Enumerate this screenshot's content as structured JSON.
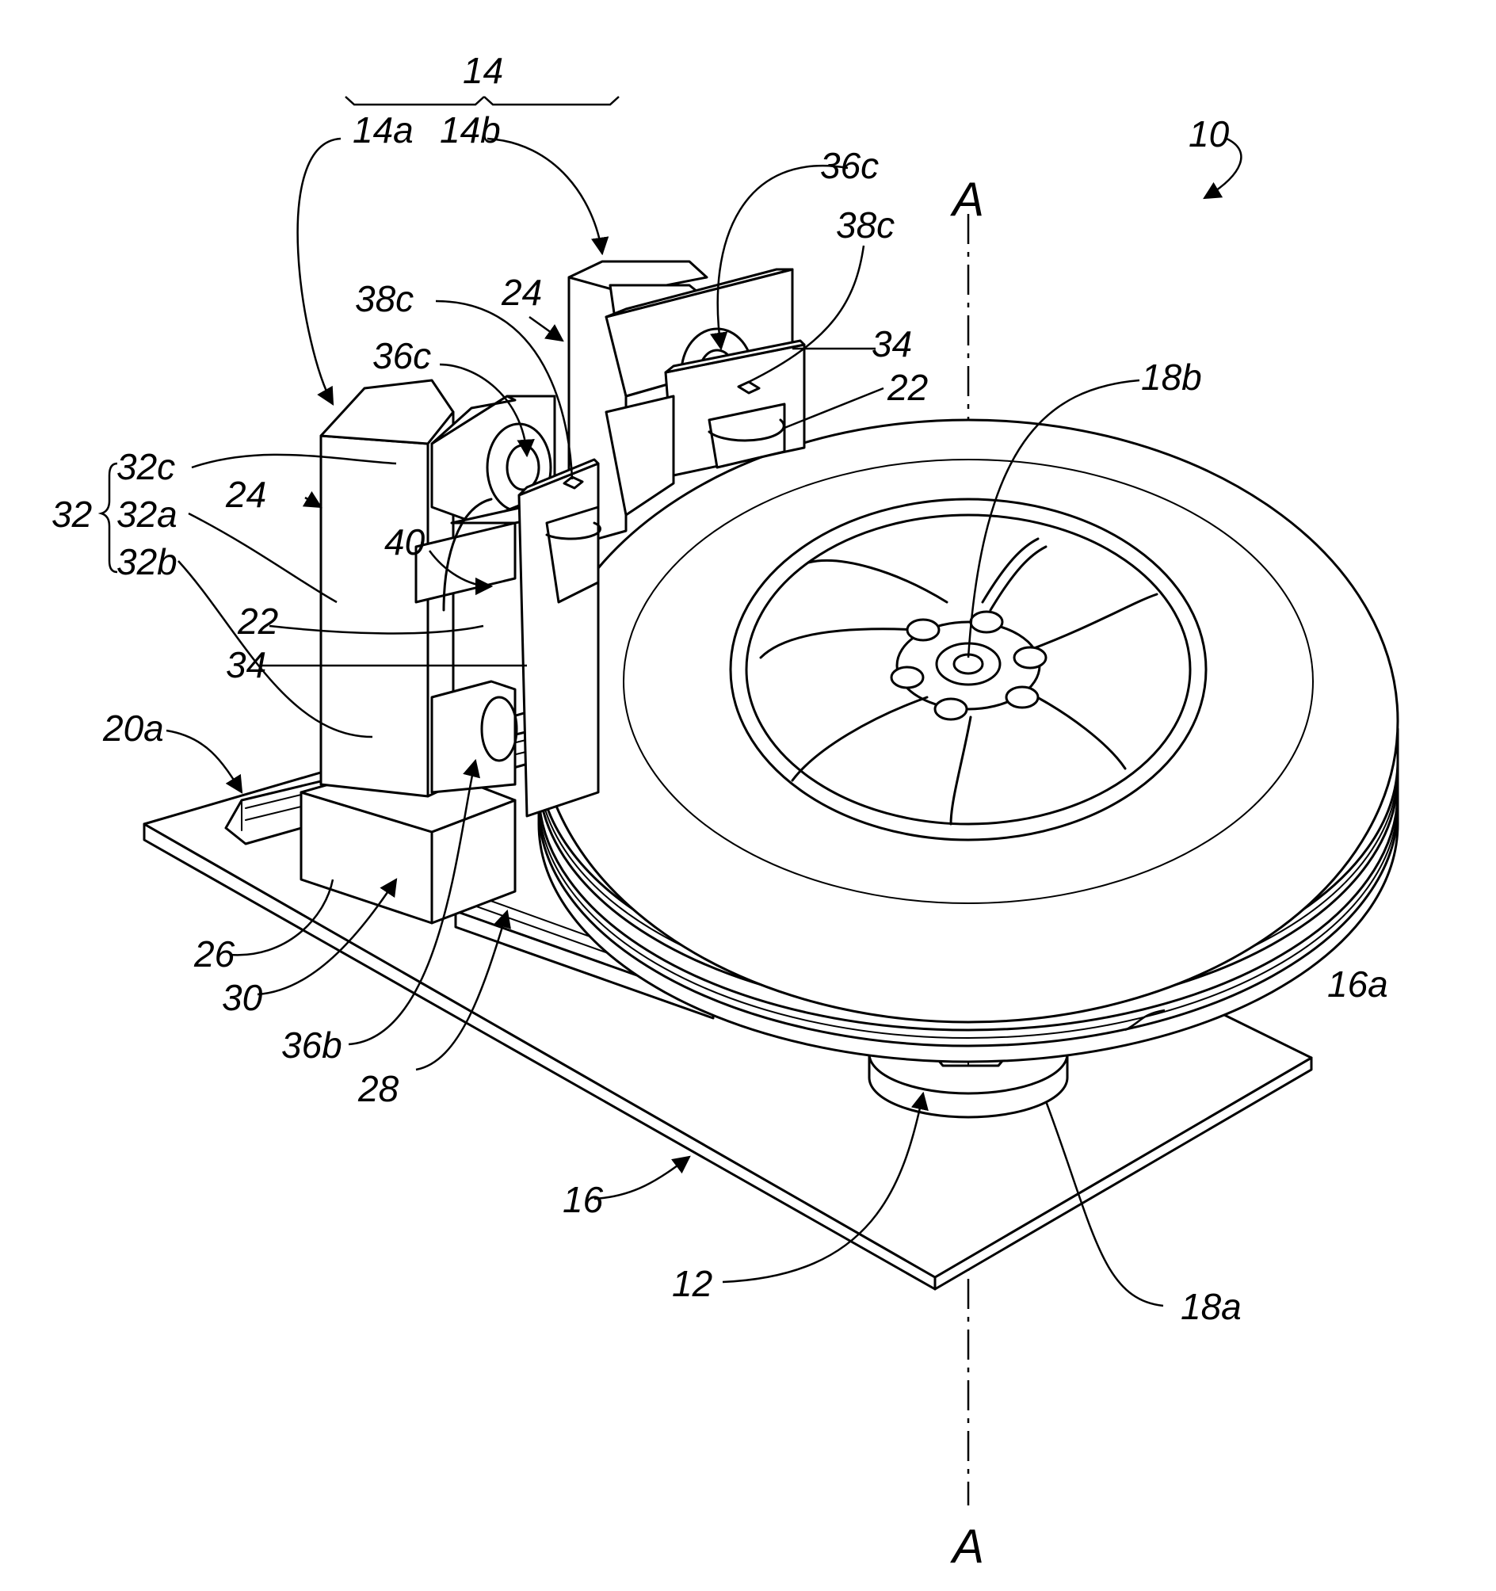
{
  "figure": {
    "axis_top": "A",
    "axis_bottom": "A",
    "labels": {
      "l14": "14",
      "l14a": "14a",
      "l14b": "14b",
      "l10": "10",
      "l36c_top": "36c",
      "l38c_top": "38c",
      "l24_top": "24",
      "l38c_mid": "38c",
      "l36c_mid": "36c",
      "l34_top": "34",
      "l22_top": "22",
      "l18b": "18b",
      "l32": "32",
      "l32c": "32c",
      "l32a": "32a",
      "l32b": "32b",
      "l24_left": "24",
      "l40": "40",
      "l22_left": "22",
      "l34_left": "34",
      "l20a": "20a",
      "l26": "26",
      "l30": "30",
      "l36b": "36b",
      "l28": "28",
      "l16a": "16a",
      "l16": "16",
      "l12": "12",
      "l18a": "18a"
    }
  }
}
